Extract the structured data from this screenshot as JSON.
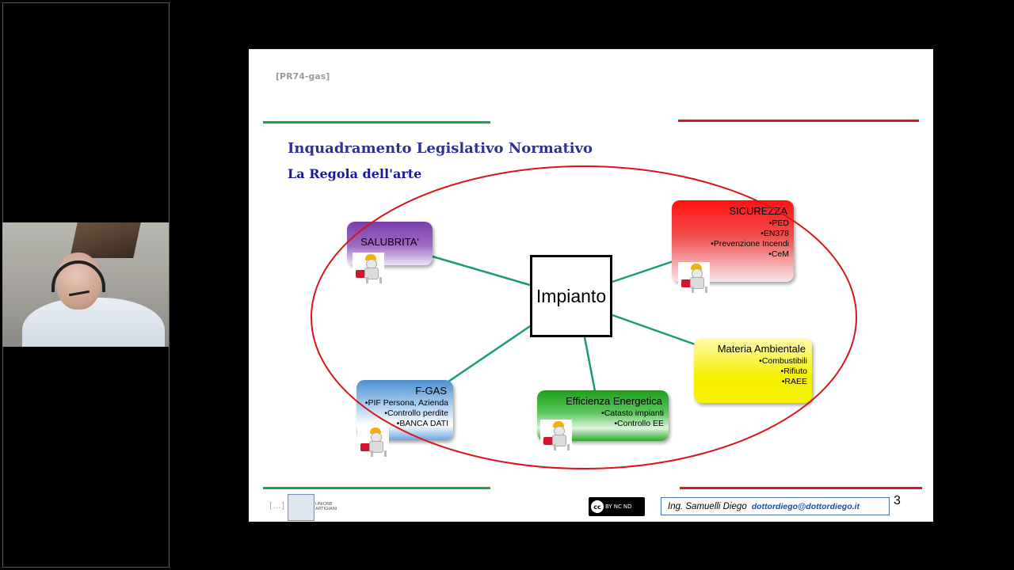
{
  "slide": {
    "tag": "[PR74-gas]",
    "title": "Inquadramento Legislativo Normativo",
    "subtitle": "La Regola dell'arte",
    "center": "Impianto",
    "nodes": {
      "salubrita": {
        "title": "SALUBRITA'"
      },
      "sicurezza": {
        "title": "SICUREZZA",
        "items": [
          "PED",
          "EN378",
          "Prevenzione Incendi",
          "CeM"
        ]
      },
      "materia": {
        "title": "Materia Ambientale",
        "items": [
          "Combustibili",
          "Rifiuto",
          "RAEE"
        ]
      },
      "fgas": {
        "title": "F-GAS",
        "items": [
          "PIF Persona, Azienda",
          "Controllo perdite",
          "BANCA DATI"
        ]
      },
      "efficienza": {
        "title": "Efficienza Energetica",
        "items": [
          "Catasto impianti",
          "Controllo EE"
        ]
      }
    },
    "footer": {
      "tag": "[...]",
      "logo_text": "UNIONE ARTIGIANI",
      "cc_labels": [
        "cc",
        "BY",
        "NC",
        "ND"
      ],
      "author": "Ing. Samuelli Diego",
      "email": "dottordiego@dottordiego.it",
      "page": "3"
    },
    "colors": {
      "green_bar": "#1aa34a",
      "red_bar": "#e3141b",
      "ellipse": "#d9141b",
      "connector": "#1a9a78"
    }
  }
}
